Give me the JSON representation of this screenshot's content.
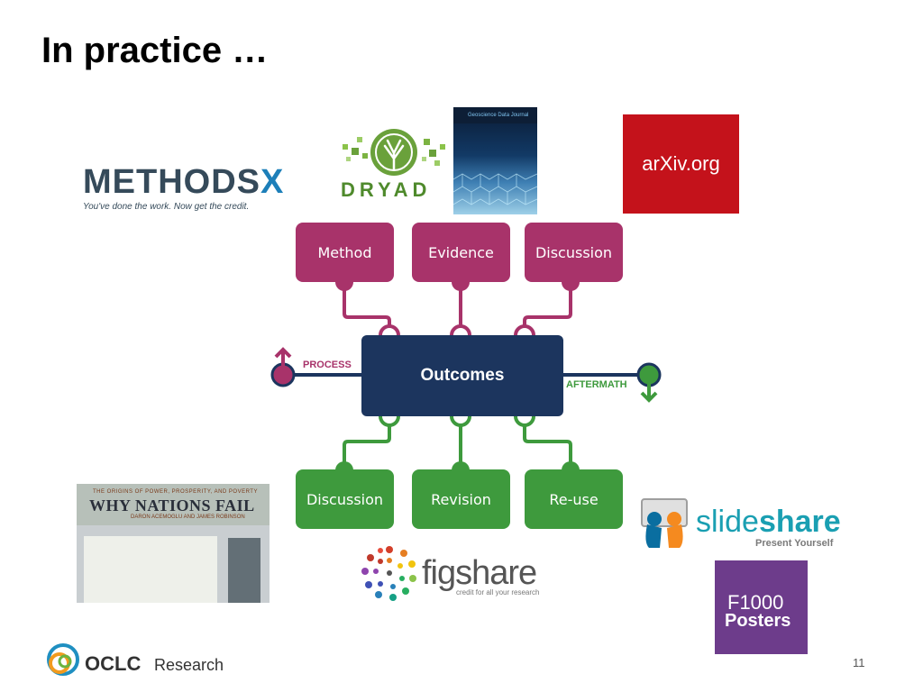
{
  "slide": {
    "title": "In practice …",
    "page_number": "11"
  },
  "diagram": {
    "center": "Outcomes",
    "top_boxes": [
      "Method",
      "Evidence",
      "Discussion"
    ],
    "bottom_boxes": [
      "Discussion",
      "Revision",
      "Re-use"
    ],
    "left_label": "PROCESS",
    "right_label": "AFTERMATH",
    "colors": {
      "top": "#a8336a",
      "bottom": "#3e9a3d",
      "center": "#1c355e"
    }
  },
  "logos": {
    "methodsx": {
      "name_main": "METHODS",
      "name_x": "X",
      "tagline": "You've done the work. Now get the credit."
    },
    "dryad": {
      "name": "DRYAD"
    },
    "journal": {
      "title": "Geoscience Data Journal"
    },
    "arxiv": {
      "name": "arXiv.org"
    },
    "why_nations_fail": {
      "subtitle": "THE ORIGINS OF POWER, PROSPERITY, AND POVERTY",
      "title": "WHY NATIONS FAIL",
      "authors": "DARON ACEMOGLU AND JAMES ROBINSON"
    },
    "slideshare": {
      "name_light": "slide",
      "name_bold": "share",
      "tagline": "Present Yourself"
    },
    "figshare": {
      "name": "figshare",
      "tagline": "credit for all your research"
    },
    "f1000": {
      "line1": "F1000",
      "line2": "Posters"
    },
    "oclc": {
      "name": "OCLC",
      "suffix": "Research"
    }
  }
}
